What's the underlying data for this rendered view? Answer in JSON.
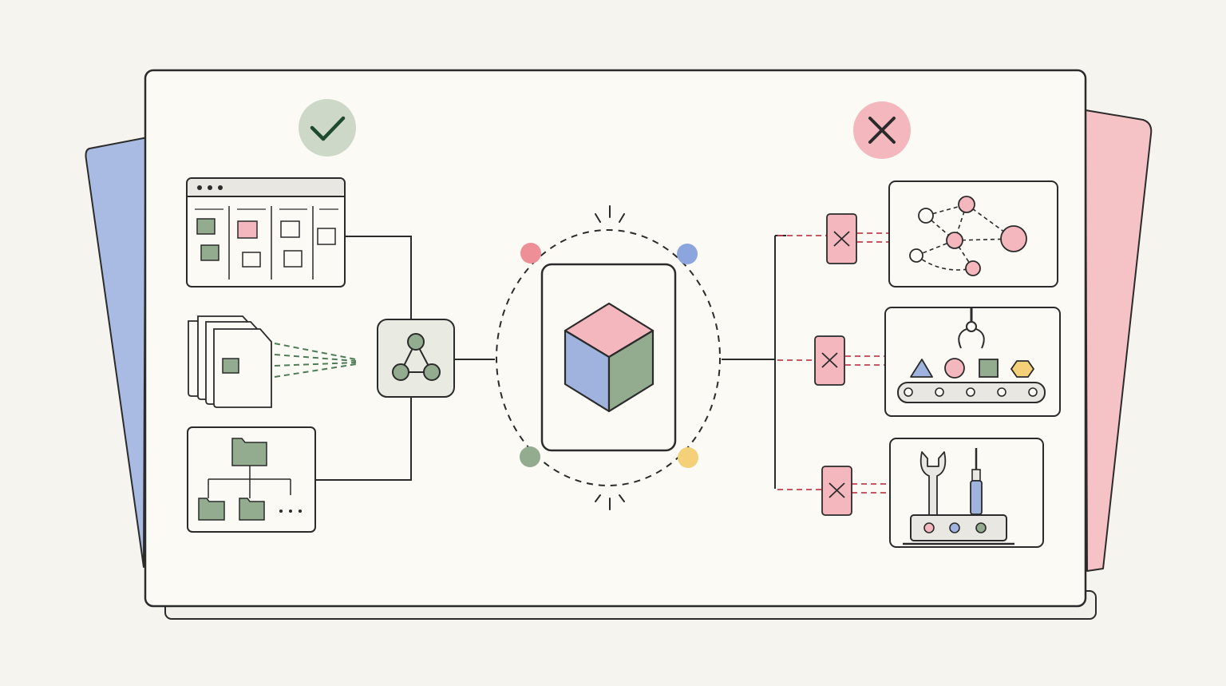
{
  "colors": {
    "background": "#f6f4ee",
    "panel": "#fbfaf5",
    "stroke": "#2b2b2b",
    "green": "#93ab8f",
    "green_light": "#cdd8c8",
    "green_dark": "#1f4a2e",
    "pink": "#f3b7bd",
    "red_line": "#c4424f",
    "blue": "#9fb3de",
    "yellow": "#f4d178",
    "gray_light": "#e9e7e1"
  },
  "icons": {
    "approved": "check-icon",
    "rejected": "cross-icon",
    "core": "cube-icon",
    "hub": "network-hub-icon"
  },
  "left_sources": [
    {
      "name": "kanban-board",
      "icon": "kanban-board-icon"
    },
    {
      "name": "document-stack",
      "icon": "documents-icon"
    },
    {
      "name": "folder-tree",
      "icon": "folder-tree-icon"
    }
  ],
  "right_targets": [
    {
      "name": "graph-network",
      "icon": "graph-network-icon"
    },
    {
      "name": "conveyor-assembly",
      "icon": "conveyor-robot-arm-icon"
    },
    {
      "name": "tool-station",
      "icon": "wrench-screwdriver-icon"
    }
  ],
  "orbit_dots": [
    "#ee8e97",
    "#8ca6dd",
    "#93ab8f",
    "#f4d178"
  ]
}
